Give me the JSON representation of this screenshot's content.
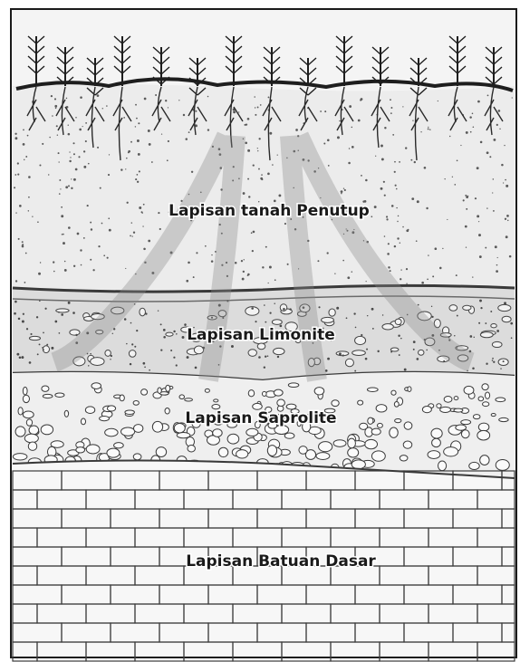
{
  "layers": [
    {
      "id": "cover",
      "label": "Lapisan tanah Penutup"
    },
    {
      "id": "limonite",
      "label": "Lapisan Limonite"
    },
    {
      "id": "saprolite",
      "label": "Lapisan Saprolite"
    },
    {
      "id": "bedrock",
      "label": "Lapisan Batuan Dasar"
    }
  ],
  "colors": {
    "ink": "#2a2a2a",
    "limonite_band": "#b8b8b8",
    "watermark": "#9a9a9a"
  }
}
